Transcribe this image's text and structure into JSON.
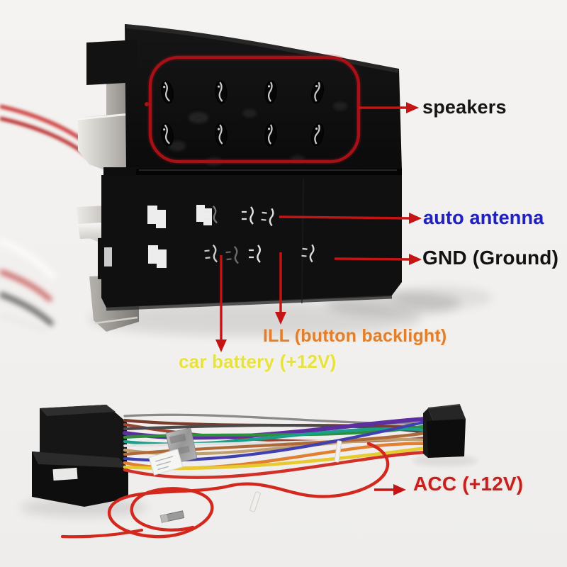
{
  "scene": {
    "background": "#f2f0ee"
  },
  "annotations": {
    "arrow_color": "#c41414",
    "highlight_oval_color": "#a81016",
    "labels": {
      "speakers": {
        "text": "speakers",
        "color": "#151515"
      },
      "auto_antenna": {
        "text": "auto antenna",
        "color": "#2121bc"
      },
      "gnd": {
        "text": "GND (Ground)",
        "color": "#121212"
      },
      "ill": {
        "text": "ILL (button backlight)",
        "color": "#e07f2f"
      },
      "car_battery": {
        "text": "car battery (+12V)",
        "color": "#e6e242"
      },
      "acc": {
        "text": "ACC (+12V)",
        "color": "#c42020"
      }
    }
  },
  "connector": {
    "upper_pins": {
      "rows": 2,
      "cols": 4
    }
  },
  "harness": {
    "wire_colors": [
      "#8a8a8a",
      "#7a3c2c",
      "#9a4434",
      "#4a4a4a",
      "#5c2ea0",
      "#2f8f3f",
      "#18a08a",
      "#e2e2e2",
      "#c0a070",
      "#b06a3a",
      "#4040b0",
      "#e08030",
      "#e6ca2e",
      "#d03028"
    ],
    "acc_wire_color": "#d2281e"
  }
}
